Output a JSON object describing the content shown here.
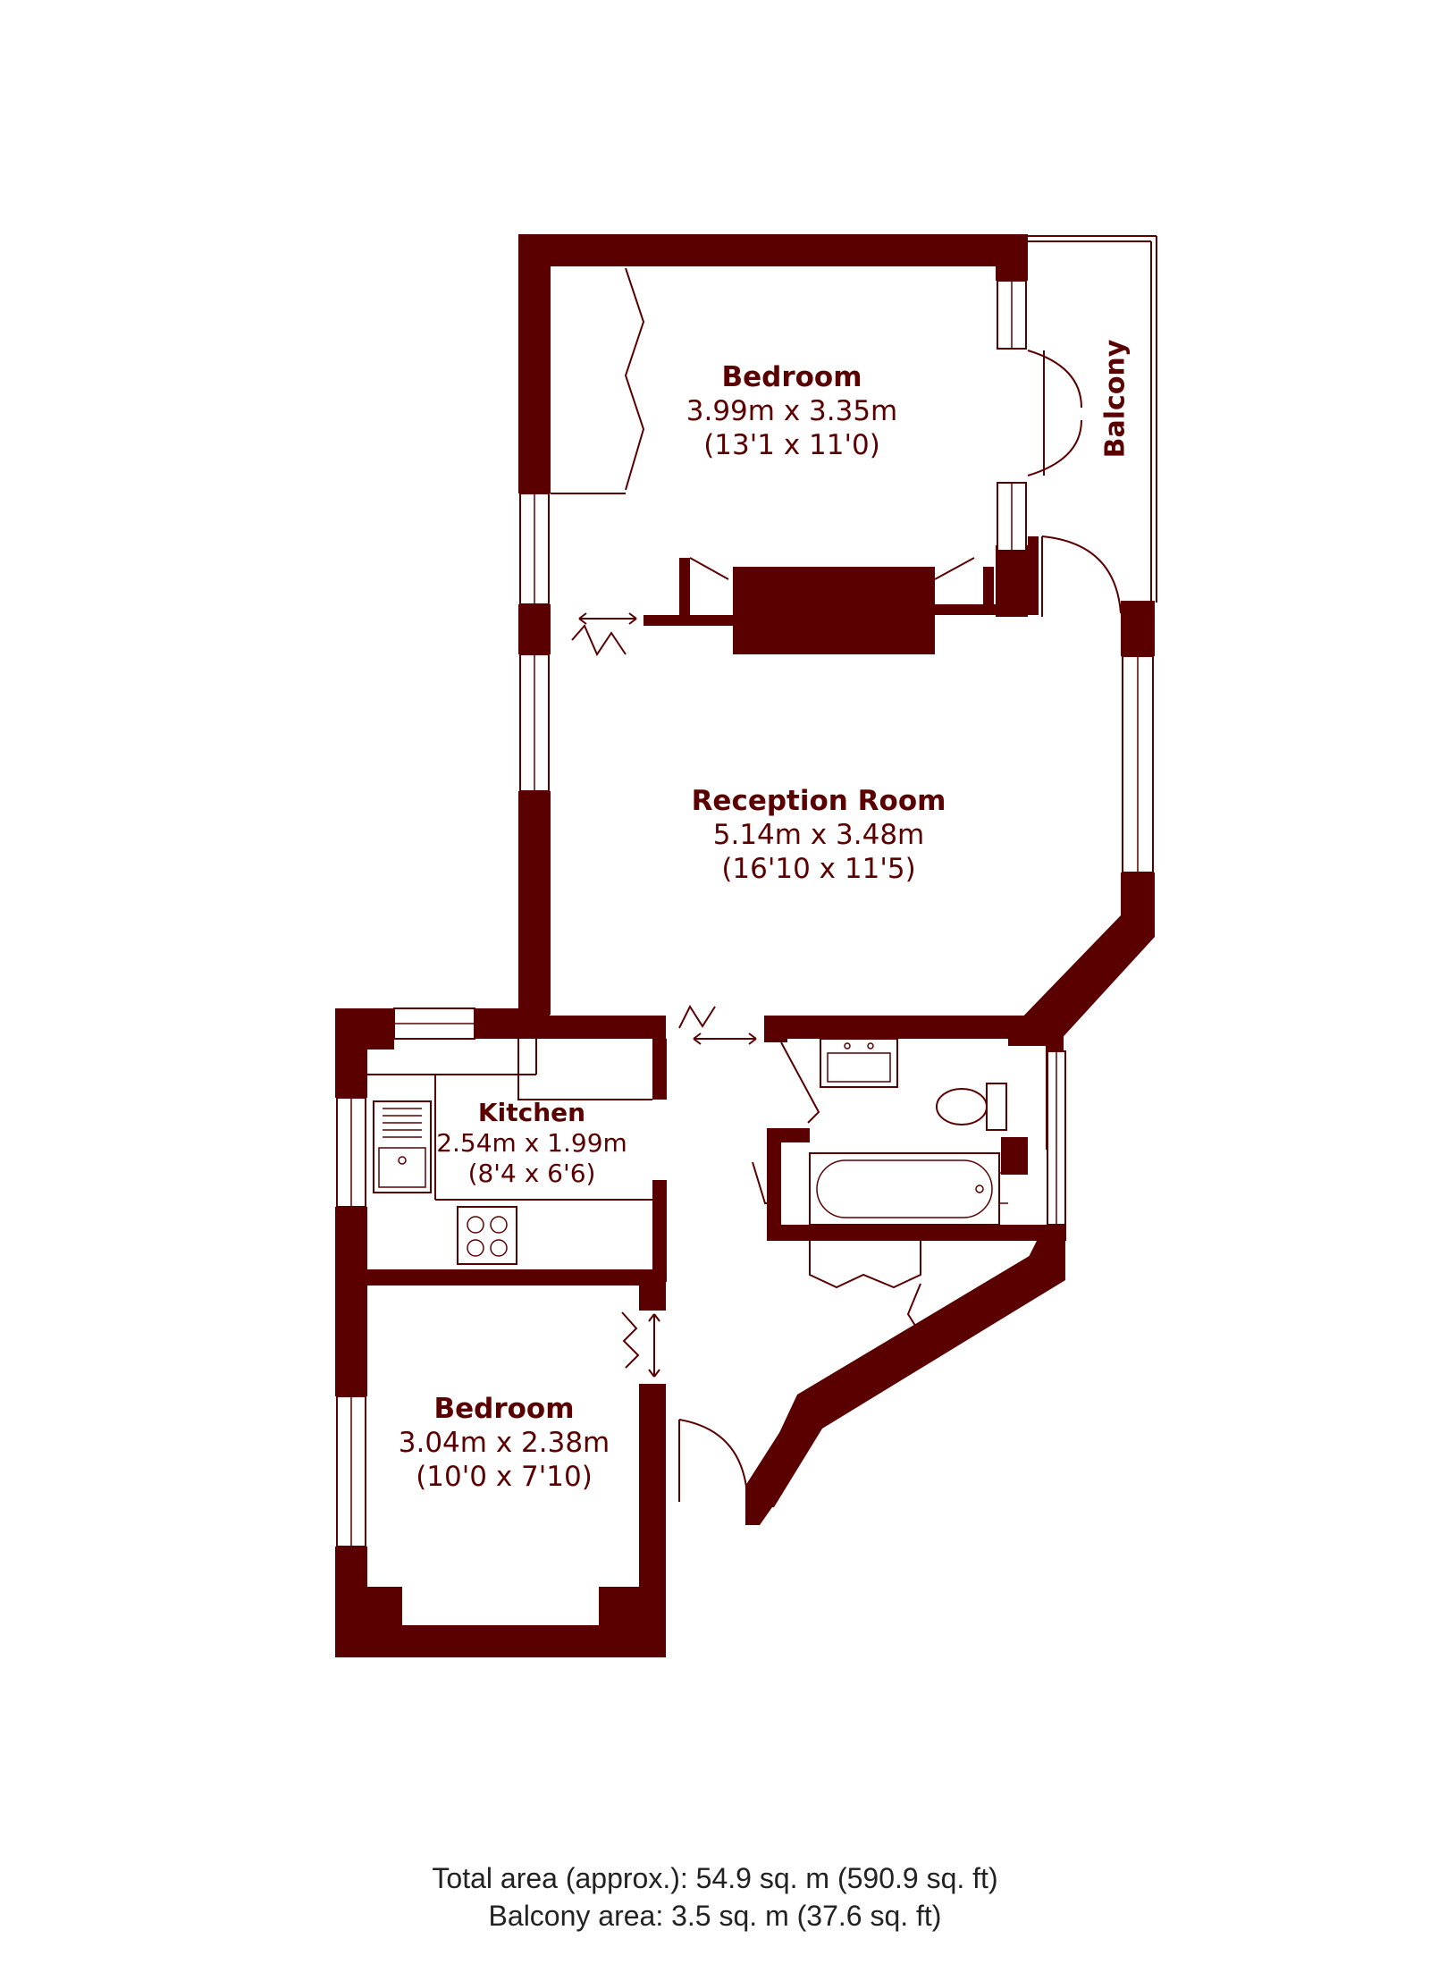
{
  "rooms": {
    "bedroom_main": {
      "name": "Bedroom",
      "metric": "3.99m x 3.35m",
      "imperial": "(13'1 x 11'0)"
    },
    "reception": {
      "name": "Reception Room",
      "metric": "5.14m x 3.48m",
      "imperial": "(16'10 x 11'5)"
    },
    "kitchen": {
      "name": "Kitchen",
      "metric": "2.54m x 1.99m",
      "imperial": "(8'4 x 6'6)"
    },
    "bedroom_second": {
      "name": "Bedroom",
      "metric": "3.04m x 2.38m",
      "imperial": "(10'0 x 7'10)"
    },
    "balcony": {
      "name": "Balcony"
    }
  },
  "footer": {
    "total_area": "Total area (approx.): 54.9 sq. m (590.9 sq. ft)",
    "balcony_area": "Balcony area: 3.5 sq. m (37.6 sq. ft)"
  },
  "colors": {
    "wall": "#5a0000",
    "text": "#5a0000",
    "footer_text": "#222222",
    "background": "#ffffff"
  }
}
